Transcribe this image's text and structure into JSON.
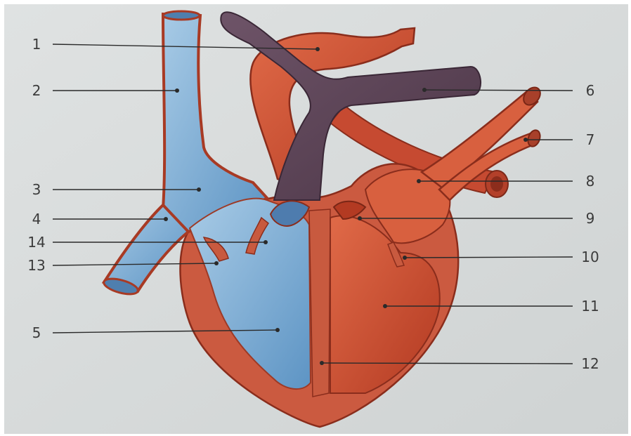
{
  "diagram": {
    "subject": "heart-cross-section",
    "labels": [
      {
        "id": "1",
        "text": "1",
        "side": "left"
      },
      {
        "id": "2",
        "text": "2",
        "side": "left"
      },
      {
        "id": "3",
        "text": "3",
        "side": "left"
      },
      {
        "id": "4",
        "text": "4",
        "side": "left"
      },
      {
        "id": "14",
        "text": "14",
        "side": "left"
      },
      {
        "id": "13",
        "text": "13",
        "side": "left"
      },
      {
        "id": "5",
        "text": "5",
        "side": "left"
      },
      {
        "id": "6",
        "text": "6",
        "side": "right"
      },
      {
        "id": "7",
        "text": "7",
        "side": "right"
      },
      {
        "id": "8",
        "text": "8",
        "side": "right"
      },
      {
        "id": "9",
        "text": "9",
        "side": "right"
      },
      {
        "id": "10",
        "text": "10",
        "side": "right"
      },
      {
        "id": "11",
        "text": "11",
        "side": "right"
      },
      {
        "id": "12",
        "text": "12",
        "side": "right"
      }
    ],
    "colors": {
      "background": "#d9dcdc",
      "muscle": "#c6593f",
      "muscle_dark": "#9d3a26",
      "oxygenated": "#c8482f",
      "deoxygenated": "#7fb1d6",
      "deoxygenated_dark": "#5a8fbf",
      "pulmonary_artery": "#5e4658",
      "leader_line": "#2a2a2a"
    }
  }
}
